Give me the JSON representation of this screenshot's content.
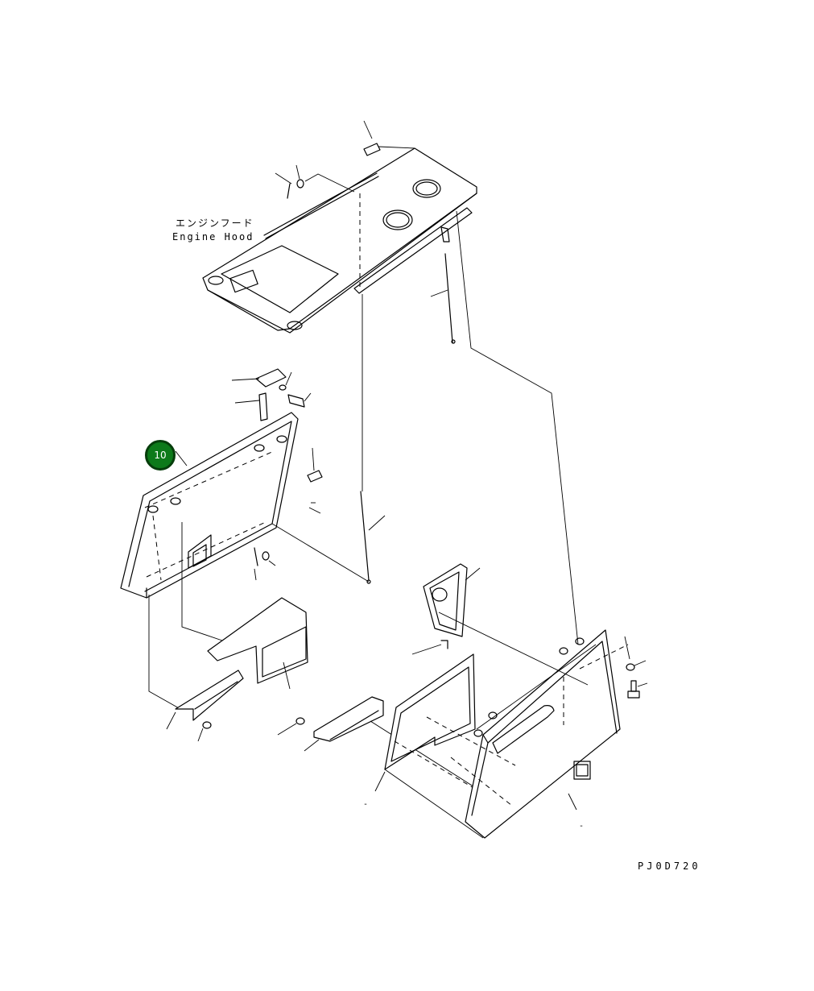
{
  "labels": {
    "engine_hood_jp": "エンジンフード",
    "engine_hood_en": "Engine Hood",
    "drawing_code": "PJ0D720"
  },
  "callout": {
    "number": "10",
    "color": "#0d7a1a"
  },
  "small_marks": [
    "-",
    "-"
  ]
}
